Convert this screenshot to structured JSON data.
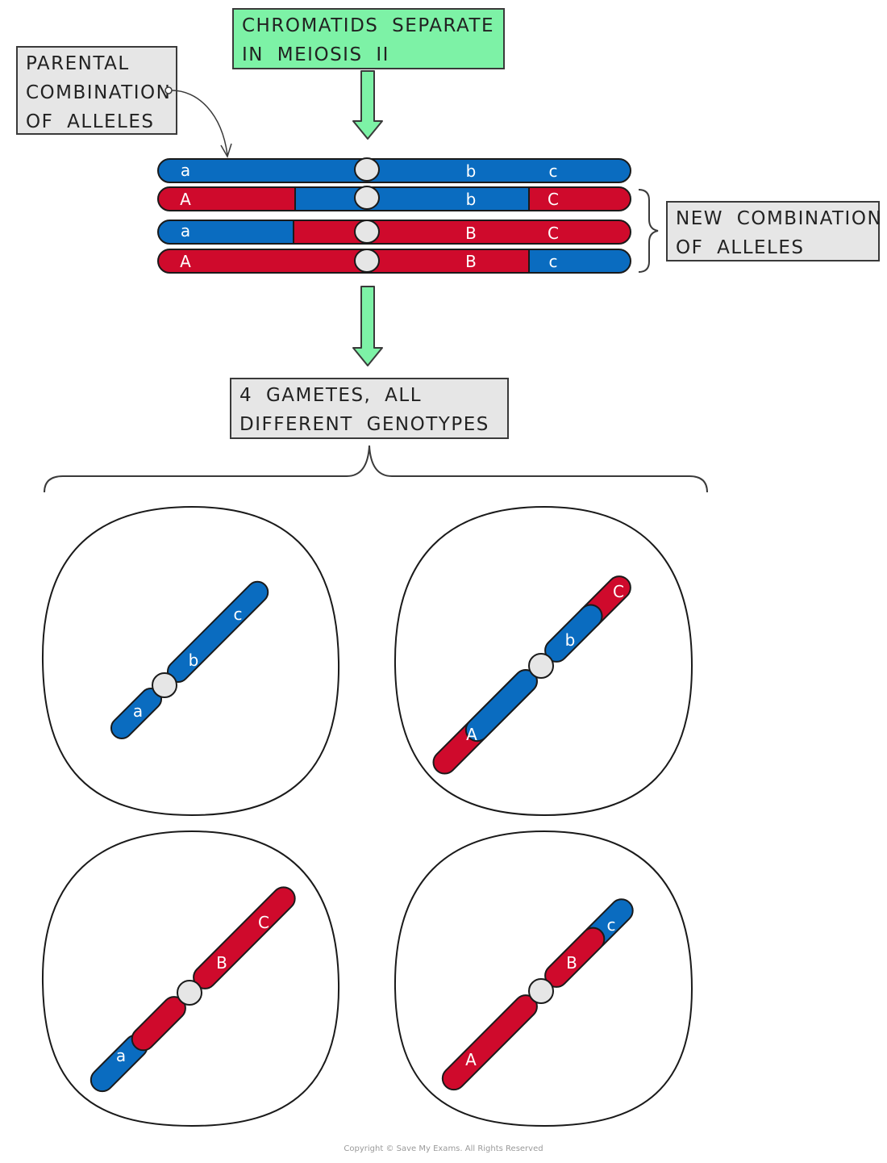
{
  "labels": {
    "chromatids_separate": [
      "CHROMATIDS SEPARATE",
      "IN MEIOSIS II"
    ],
    "parental_combination": [
      "PARENTAL",
      "COMBINATION",
      "OF ALLELES"
    ],
    "new_combination": [
      "NEW COMBINATION",
      "OF ALLELES"
    ],
    "gametes": [
      "4 GAMETES, ALL",
      "DIFFERENT GENOTYPES"
    ]
  },
  "chromatids": [
    {
      "left_allele": "a",
      "right_alleles": [
        "b",
        "c"
      ]
    },
    {
      "left_allele": "A",
      "right_alleles": [
        "b",
        "C"
      ]
    },
    {
      "left_allele": "a",
      "right_alleles": [
        "B",
        "C"
      ]
    },
    {
      "left_allele": "A",
      "right_alleles": [
        "B",
        "c"
      ]
    }
  ],
  "gametes": [
    {
      "alleles": [
        "a",
        "b",
        "c"
      ]
    },
    {
      "alleles": [
        "A",
        "b",
        "C"
      ]
    },
    {
      "alleles": [
        "a",
        "B",
        "C"
      ]
    },
    {
      "alleles": [
        "A",
        "B",
        "c"
      ]
    }
  ],
  "colors": {
    "blue": "#0a6cc0",
    "red": "#cf0a2c",
    "arrow_green": "#7df2a6",
    "label_grey": "#e6e6e6",
    "centromere": "#e6e6e6"
  },
  "copyright": "Copyright © Save My Exams. All Rights Reserved"
}
